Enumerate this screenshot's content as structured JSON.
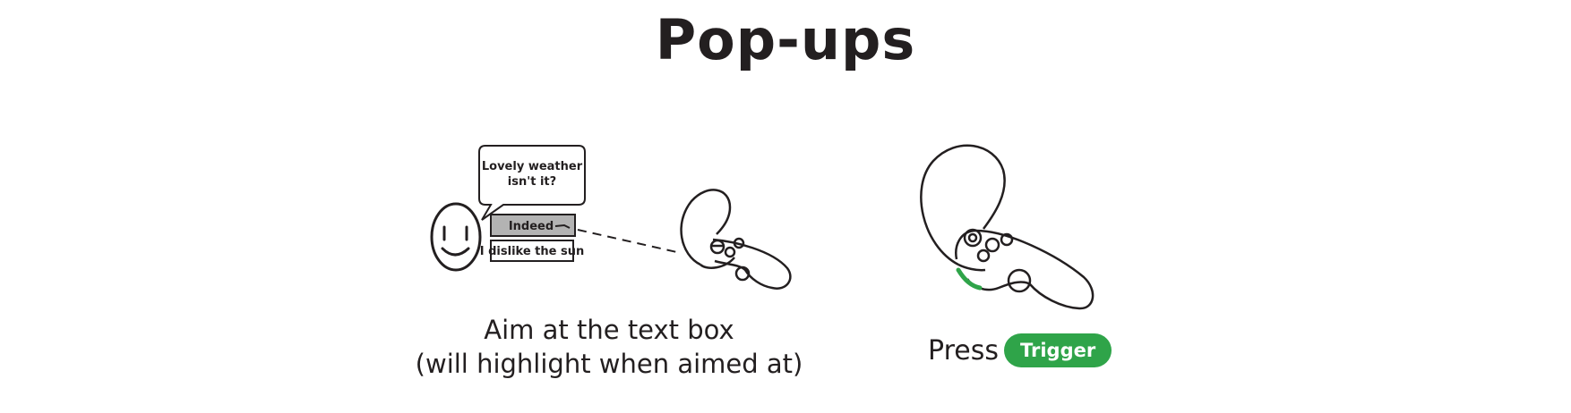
{
  "title": "Pop-ups",
  "illustration": {
    "speech_bubble": {
      "line1": "Lovely weather",
      "line2": "isn't it?"
    },
    "options": [
      "Indeed",
      "I dislike the sun"
    ],
    "highlighted_option": "Indeed"
  },
  "aim_caption": {
    "line1": "Aim at the text box",
    "line2": "(will highlight when aimed at)"
  },
  "press": {
    "label": "Press",
    "button": "Trigger"
  },
  "colors": {
    "accent": "#2fa449",
    "ink": "#231f20",
    "highlight": "#b3b3b3"
  }
}
